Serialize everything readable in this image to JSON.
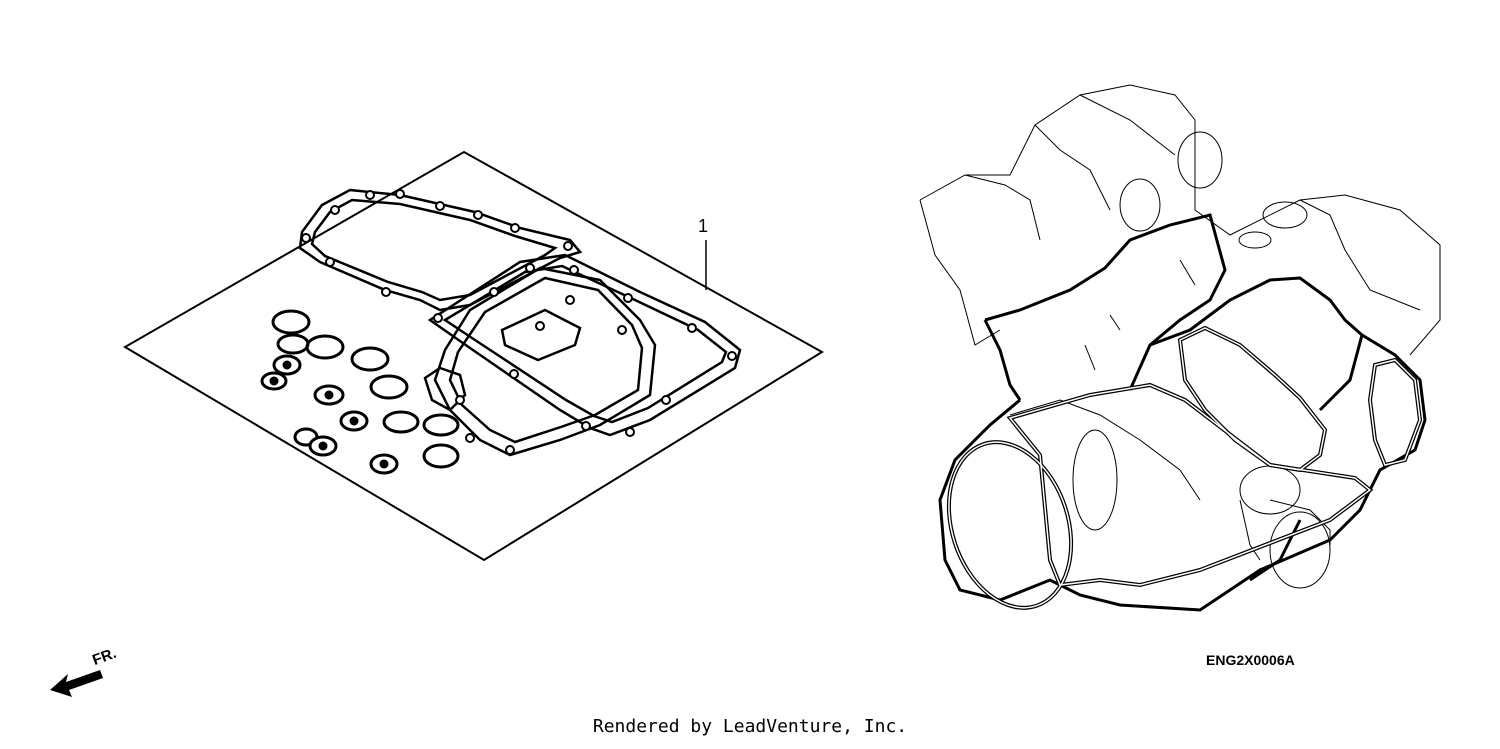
{
  "diagram": {
    "part_callout": "1",
    "diagram_code": "ENG2X0006A",
    "direction_label": "FR.",
    "footer": "Rendered by LeadVenture, Inc."
  }
}
